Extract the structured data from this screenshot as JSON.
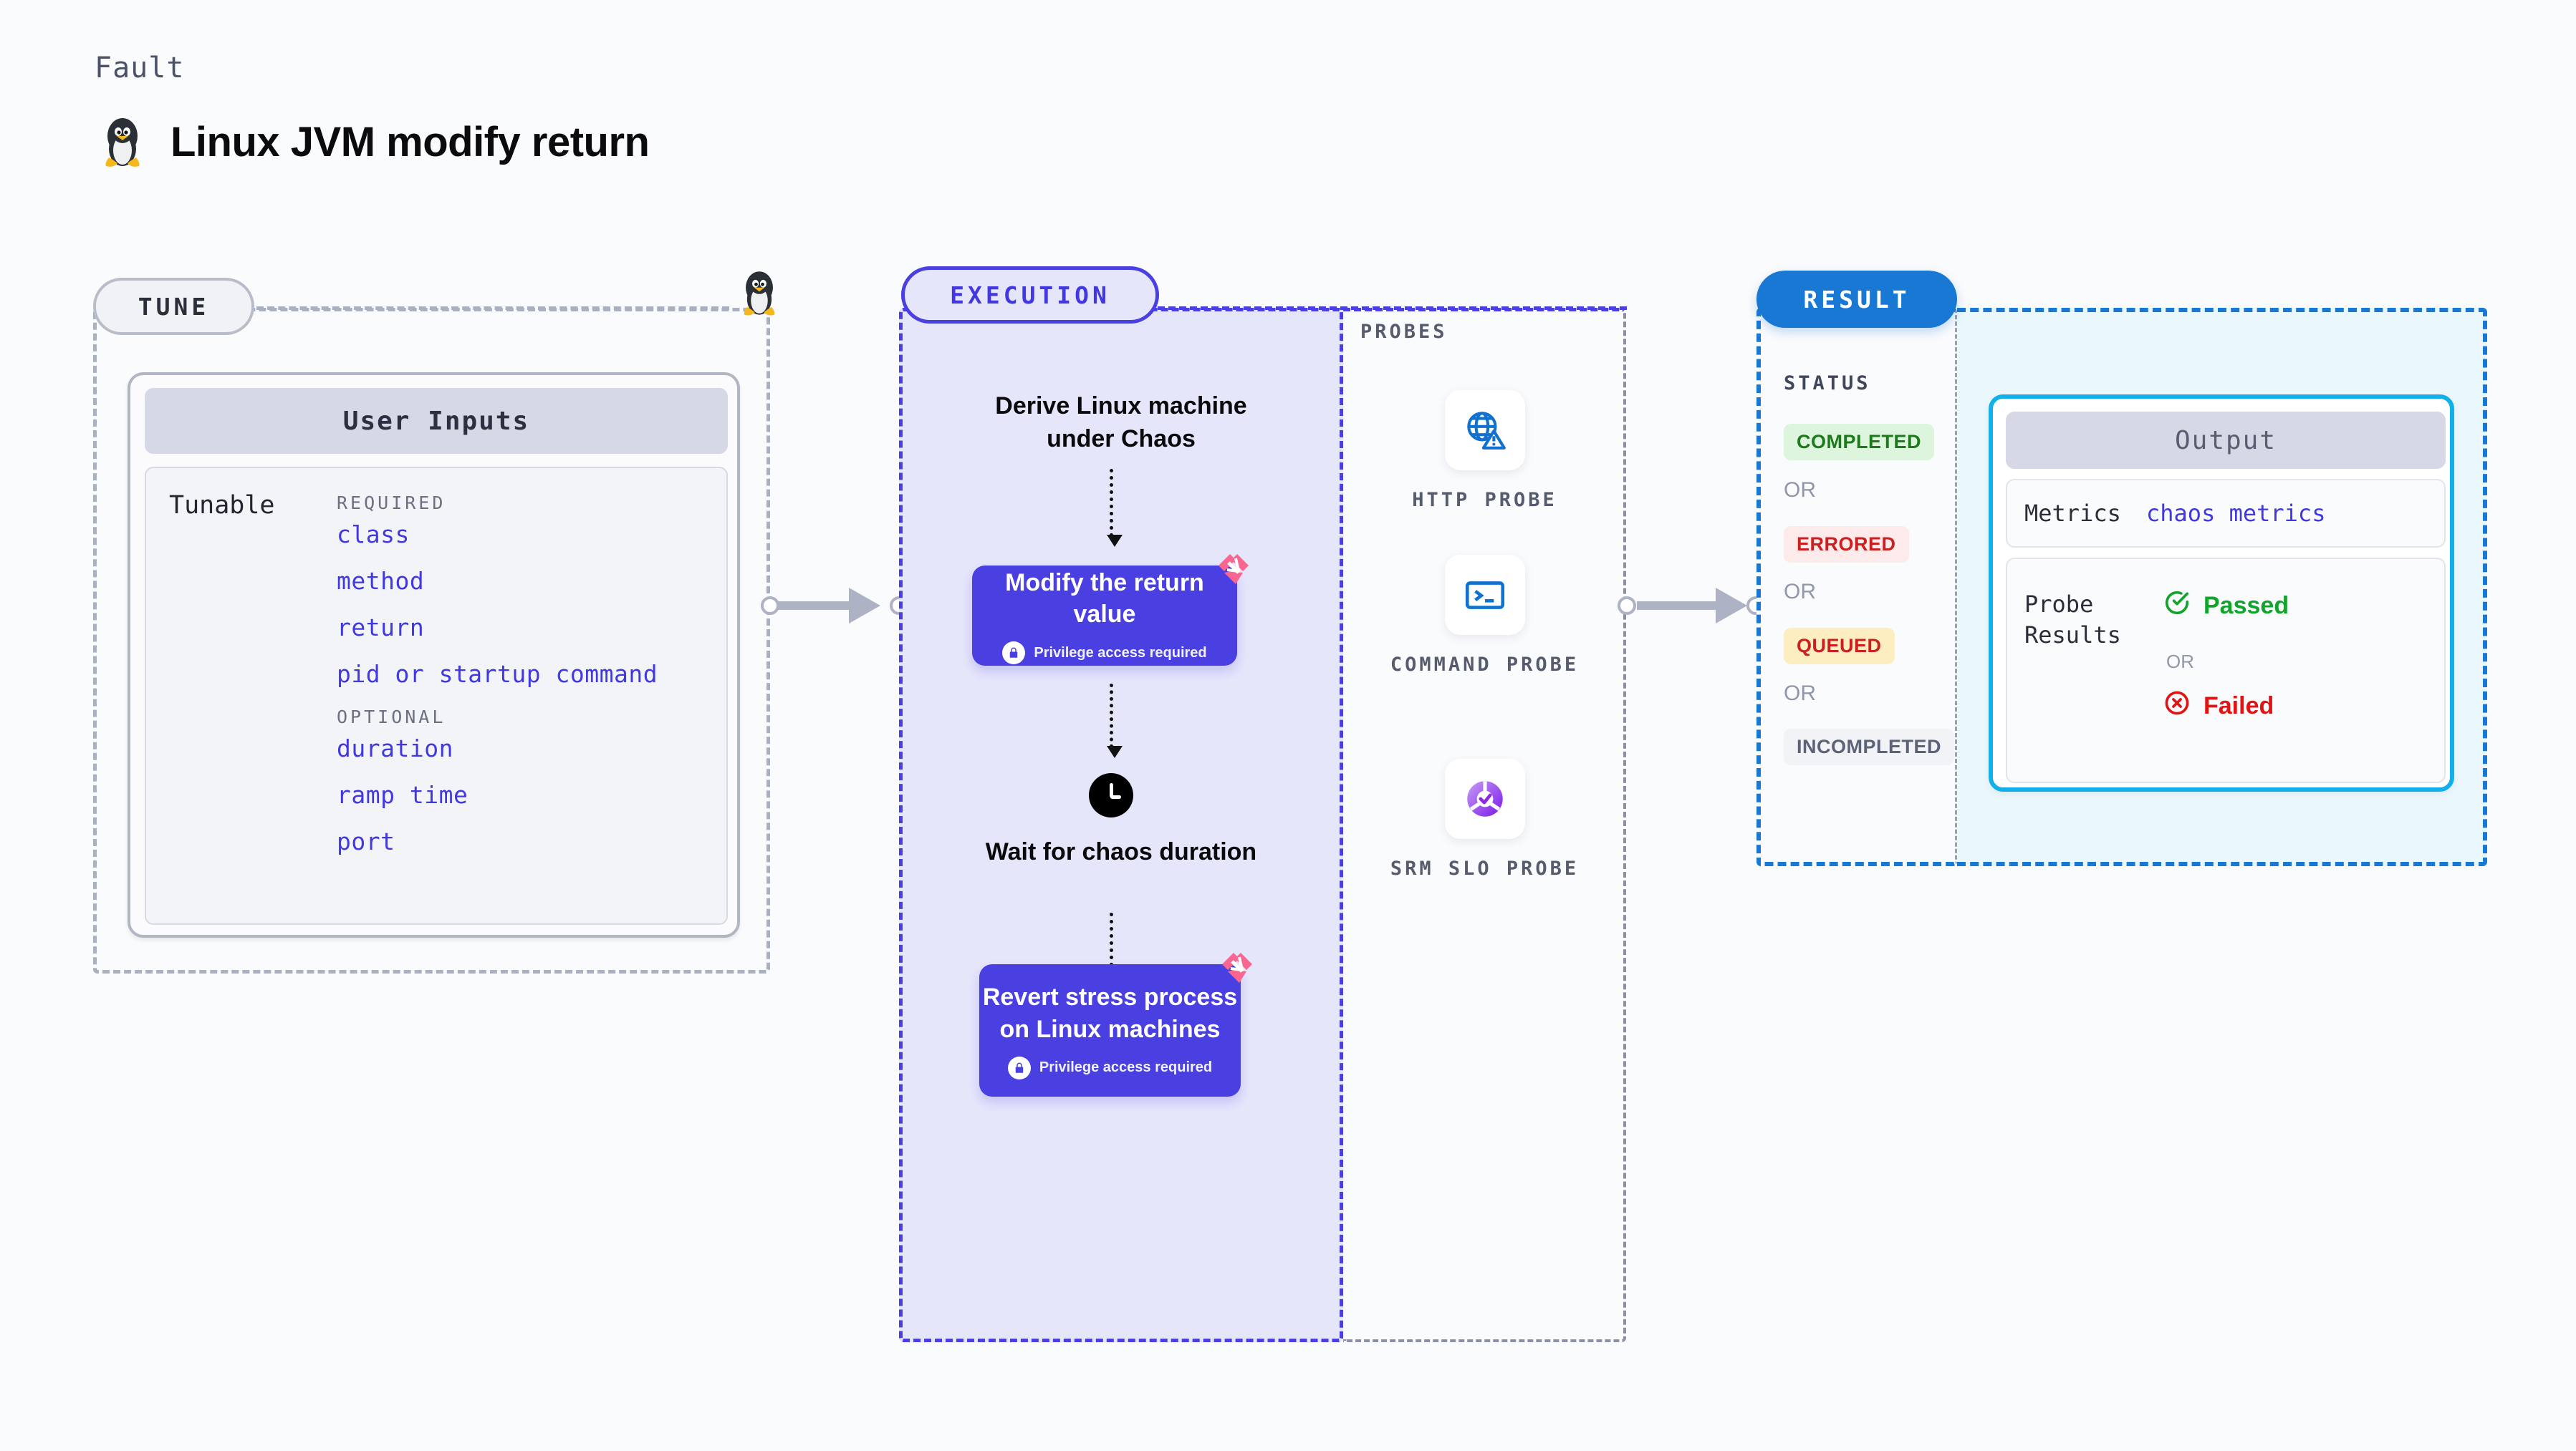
{
  "header": {
    "kicker": "Fault",
    "title": "Linux JVM modify return",
    "icon": "linux-penguin-icon"
  },
  "tune": {
    "pill_label": "TUNE",
    "card": {
      "header": "User Inputs",
      "row_label": "Tunable",
      "groups": [
        {
          "label": "REQUIRED",
          "fields": [
            "class",
            "method",
            "return",
            "pid or startup command"
          ]
        },
        {
          "label": "OPTIONAL",
          "fields": [
            "duration",
            "ramp time",
            "port"
          ]
        }
      ]
    }
  },
  "execution": {
    "pill_label": "EXECUTION",
    "steps": [
      {
        "type": "text",
        "label": "Derive Linux machine under Chaos"
      },
      {
        "type": "action",
        "label": "Modify the return value",
        "note": "Privilege access required",
        "badge": "harness-logo-icon"
      },
      {
        "type": "wait",
        "label": "Wait for chaos duration",
        "icon": "clock-icon"
      },
      {
        "type": "action",
        "label": "Revert stress process on Linux machines",
        "note": "Privilege access required",
        "badge": "harness-logo-icon"
      }
    ]
  },
  "probes": {
    "label": "PROBES",
    "items": [
      {
        "label": "HTTP PROBE",
        "icon": "globe-warning-icon"
      },
      {
        "label": "COMMAND PROBE",
        "icon": "terminal-icon"
      },
      {
        "label": "SRM SLO PROBE",
        "icon": "slo-donut-check-icon"
      }
    ]
  },
  "result": {
    "pill_label": "RESULT",
    "status_label": "STATUS",
    "or_label": "OR",
    "statuses": [
      {
        "label": "COMPLETED",
        "bg": "#ddf5dd",
        "fg": "#1c7a1c"
      },
      {
        "label": "ERRORED",
        "bg": "#fdeaea",
        "fg": "#cc2020"
      },
      {
        "label": "QUEUED",
        "bg": "#fdeec2",
        "fg": "#cc2020"
      },
      {
        "label": "INCOMPLETED",
        "bg": "#f2f3f7",
        "fg": "#5c6378"
      }
    ]
  },
  "output": {
    "header": "Output",
    "metrics_key": "Metrics",
    "metrics_value": "chaos metrics",
    "probe_results_key": "Probe Results",
    "or_label": "OR",
    "passed": {
      "label": "Passed",
      "color": "#12a32b",
      "icon": "check-circle-icon"
    },
    "failed": {
      "label": "Failed",
      "color": "#e11414",
      "icon": "x-circle-icon"
    }
  },
  "colors": {
    "accent_purple": "#4a3fe0",
    "accent_blue": "#1878d4",
    "accent_cyan": "#11b0e8",
    "accent_pink": "#f9668f",
    "page_bg": "#fafbfd"
  }
}
